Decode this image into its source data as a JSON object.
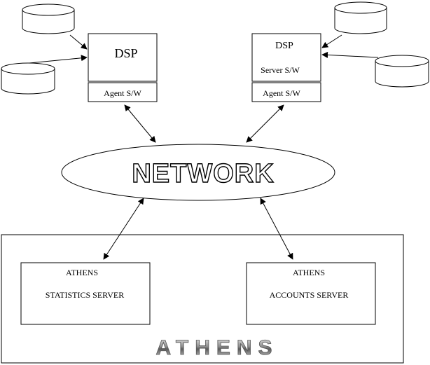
{
  "dsp_left": {
    "title": "DSP",
    "agent_label": "Agent S/W"
  },
  "dsp_right": {
    "title": "DSP",
    "server_label": "Server S/W",
    "agent_label": "Agent S/W"
  },
  "network": {
    "label": "NETWORK"
  },
  "athens": {
    "label": "ATHENS",
    "statistics_server": {
      "line1": "ATHENS",
      "line2": "STATISTICS SERVER"
    },
    "accounts_server": {
      "line1": "ATHENS",
      "line2": "ACCOUNTS SERVER"
    }
  }
}
